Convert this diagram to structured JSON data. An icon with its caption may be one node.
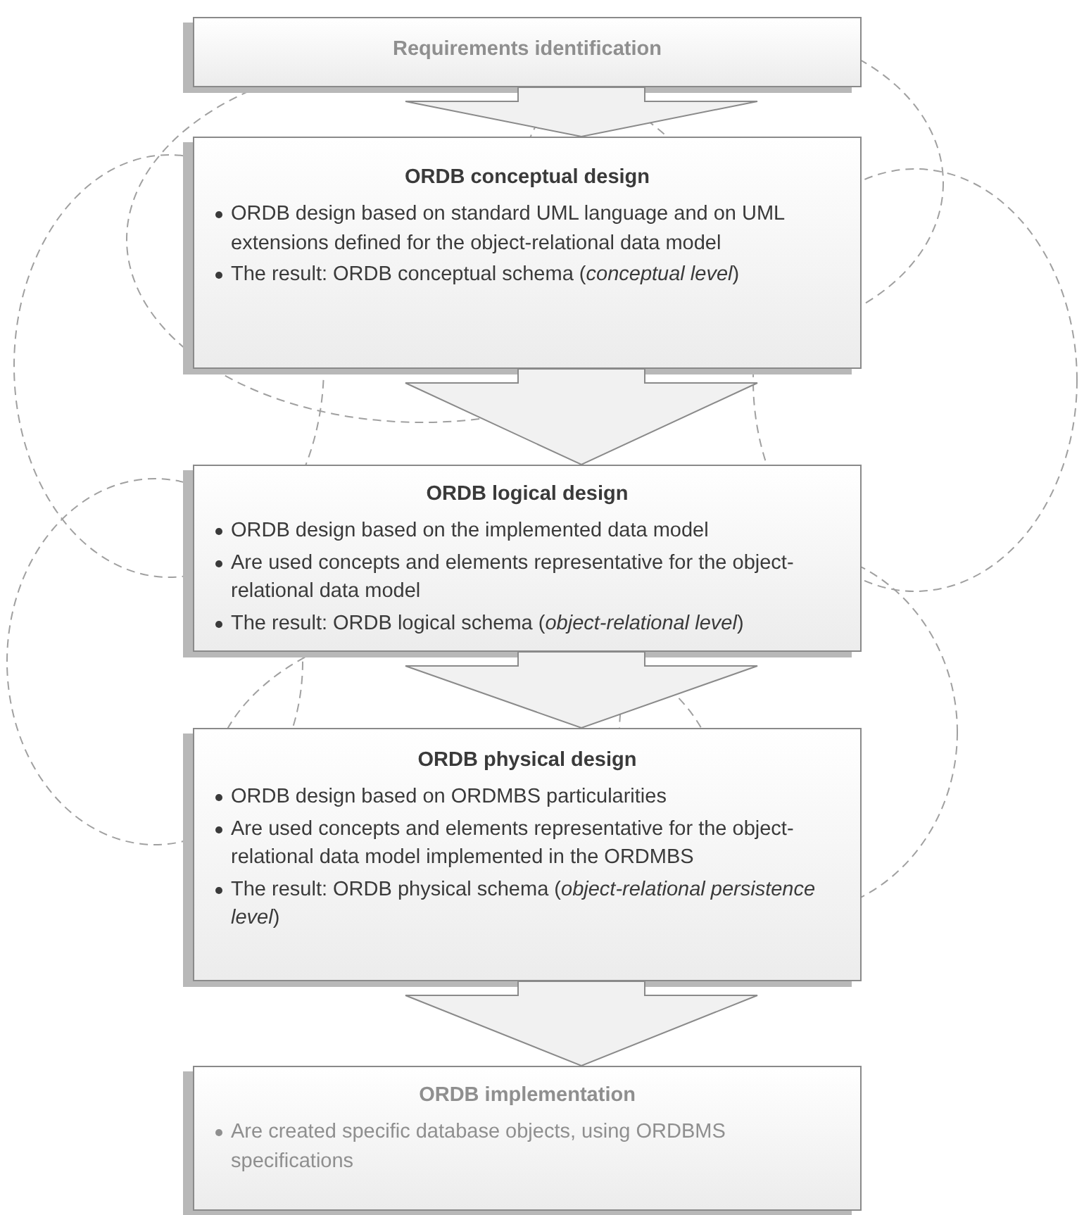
{
  "diagram": {
    "nodes": [
      {
        "text": [
          "Requirements identification"
        ]
      },
      {
        "text": [
          "ORDB conceptual design",
          "ORDB design based on standard UML language and on UML extensions defined for the object-relational data model",
          "The result: ORDB conceptual schema (*conceptual level*)"
        ]
      },
      {
        "text": [
          "ORDB logical design",
          "ORDB design based on the implemented data model",
          "Are used concepts and elements representative for the object-relational data model",
          "The result: ORDB logical schema (*object-relational level*)"
        ]
      },
      {
        "text": [
          "ORDB physical design",
          "ORDB design based on ORDMBS particularities",
          "Are used concepts and elements representative for the object-relational data model implemented in the ORDMBS",
          "The result: ORDB physical schema (*object-relational persistence level*)"
        ]
      },
      {
        "text": [
          "ORDB implementation",
          "Are created specific database objects, using ORDBMS specifications"
        ]
      }
    ],
    "edges": [
      {
        "from": 0,
        "to": 1,
        "arrow": "to"
      },
      {
        "from": 1,
        "to": 2,
        "arrow": "to"
      },
      {
        "from": 2,
        "to": 3,
        "arrow": "to"
      },
      {
        "from": 3,
        "to": 4,
        "arrow": "to"
      }
    ]
  }
}
